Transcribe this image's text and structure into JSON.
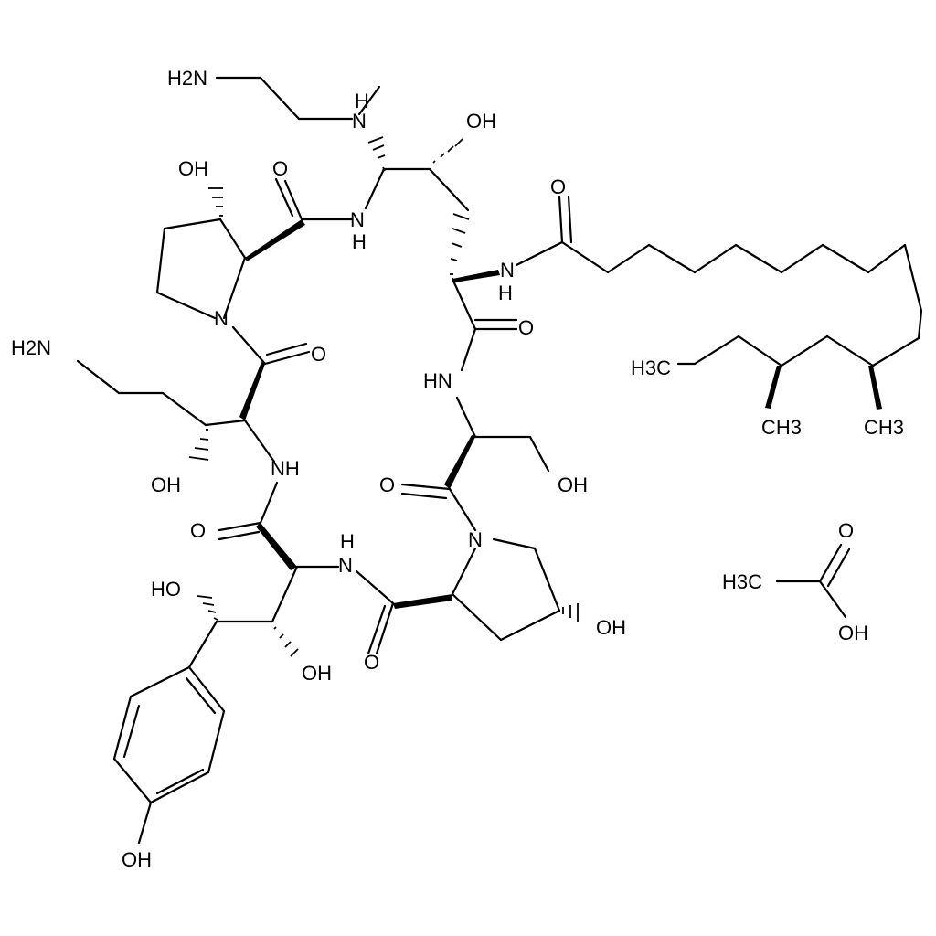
{
  "molecule": {
    "labels": {
      "nh2_top": "H2N",
      "nh_side": "H",
      "n_side": "N",
      "oh_hydroxyethyl": "OH",
      "oh_prolineA": "OH",
      "o_amideA": "O",
      "nh_amideA": "NH",
      "o_acyl": "O",
      "n_acyl": "N",
      "h_acyl": "H",
      "n_prolineA": "N",
      "o_carbonylB": "O",
      "o_carbonylC": "O",
      "hn_ring": "HN",
      "nh2_left": "H2N",
      "oh_ornithine": "OH",
      "nh_mid": "NH",
      "o_serine": "O",
      "oh_serine": "OH",
      "o_threonineC": "O",
      "nh_lower": "NH",
      "n_prolineB": "N",
      "ho_benzylic": "HO",
      "oh_vicinal": "OH",
      "o_lowerAmide": "O",
      "oh_prolineB": "OH",
      "oh_phenol": "OH",
      "h3c_chainEnd": "H3C",
      "ch3_branch1": "CH3",
      "ch3_branch2": "CH3",
      "h3c_acetate": "H3C",
      "o_acetate": "O",
      "oh_acetate": "OH"
    }
  }
}
